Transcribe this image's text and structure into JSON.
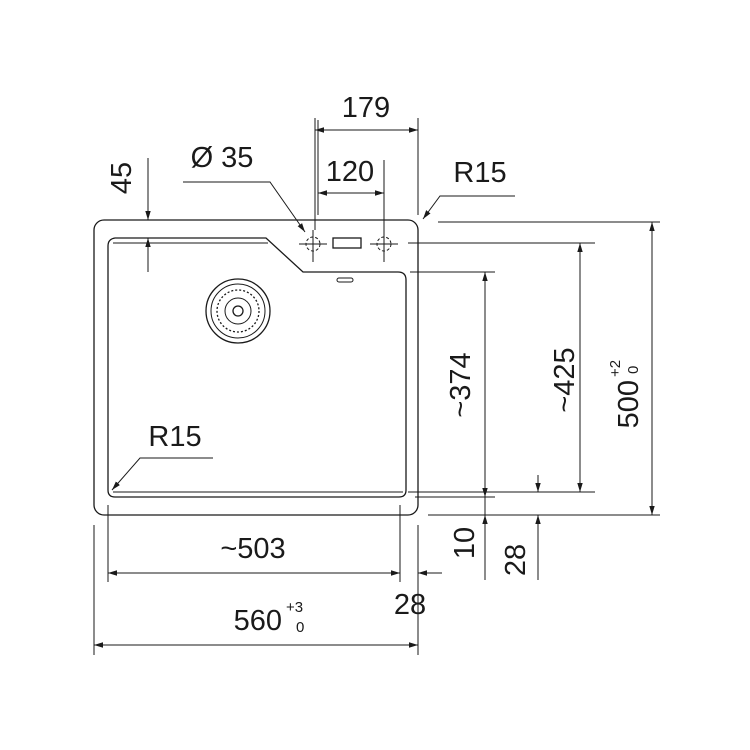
{
  "dimensions": {
    "tap_spacing_outer": "179",
    "tap_spacing": "120",
    "tap_hole_diameter": "Ø 35",
    "corner_radius_top": "R15",
    "corner_radius_bowl": "R15",
    "ledge_depth": "45",
    "bowl_depth_inner": "~374",
    "bowl_depth_overall": "~425",
    "outer_depth": "500",
    "outer_depth_tol_upper": "+2",
    "outer_depth_tol_lower": "0",
    "bottom_rim": "10",
    "bottom_offset": "28",
    "bowl_width": "~503",
    "side_rim": "28",
    "outer_width": "560",
    "outer_width_tol_upper": "+3",
    "outer_width_tol_lower": "0"
  },
  "colors": {
    "line": "#1a1a1a",
    "background": "#ffffff"
  }
}
